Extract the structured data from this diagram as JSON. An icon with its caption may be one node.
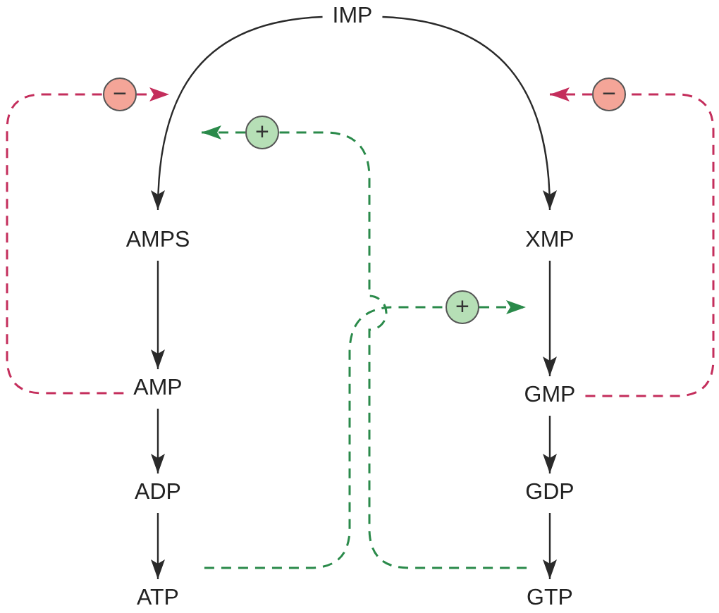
{
  "diagram": {
    "nodes": [
      {
        "text": [
          "IMP"
        ]
      },
      {
        "text": [
          "−"
        ]
      },
      {
        "text": [
          "−"
        ]
      },
      {
        "text": [
          "+"
        ]
      },
      {
        "text": [
          "AMPS"
        ]
      },
      {
        "text": [
          "XMP"
        ]
      },
      {
        "text": [
          "+"
        ]
      },
      {
        "text": [
          "AMP"
        ]
      },
      {
        "text": [
          "GMP"
        ]
      },
      {
        "text": [
          "ADP"
        ]
      },
      {
        "text": [
          "GDP"
        ]
      },
      {
        "text": [
          "ATP"
        ]
      },
      {
        "text": [
          "GTP"
        ]
      }
    ],
    "edges": [
      {
        "from": 0,
        "to": 4,
        "arrow": "to"
      },
      {
        "from": 0,
        "to": 5,
        "arrow": "to"
      },
      {
        "from": 4,
        "to": 7,
        "arrow": "to"
      },
      {
        "from": 7,
        "to": 9,
        "arrow": "to"
      },
      {
        "from": 9,
        "to": 11,
        "arrow": "to"
      },
      {
        "from": 5,
        "to": 8,
        "arrow": "to"
      },
      {
        "from": 8,
        "to": 10,
        "arrow": "to"
      },
      {
        "from": 10,
        "to": 12,
        "arrow": "to"
      },
      {
        "from": 7,
        "to": 1,
        "arrow": "none",
        "style": "dashed",
        "color": "#c42e5c"
      },
      {
        "from": 1,
        "to": null,
        "arrow": "to",
        "style": "dashed",
        "color": "#c42e5c"
      },
      {
        "from": 8,
        "to": 2,
        "arrow": "none",
        "style": "dashed",
        "color": "#c42e5c"
      },
      {
        "from": 2,
        "to": null,
        "arrow": "to",
        "style": "dashed",
        "color": "#c42e5c"
      },
      {
        "from": 12,
        "to": 3,
        "arrow": "none",
        "style": "dashed",
        "color": "#2a8a4a"
      },
      {
        "from": 3,
        "to": null,
        "arrow": "to",
        "style": "dashed",
        "color": "#2a8a4a"
      },
      {
        "from": 11,
        "to": 6,
        "arrow": "none",
        "style": "dashed",
        "color": "#2a8a4a"
      },
      {
        "from": 6,
        "to": null,
        "arrow": "to",
        "style": "dashed",
        "color": "#2a8a4a"
      }
    ]
  }
}
